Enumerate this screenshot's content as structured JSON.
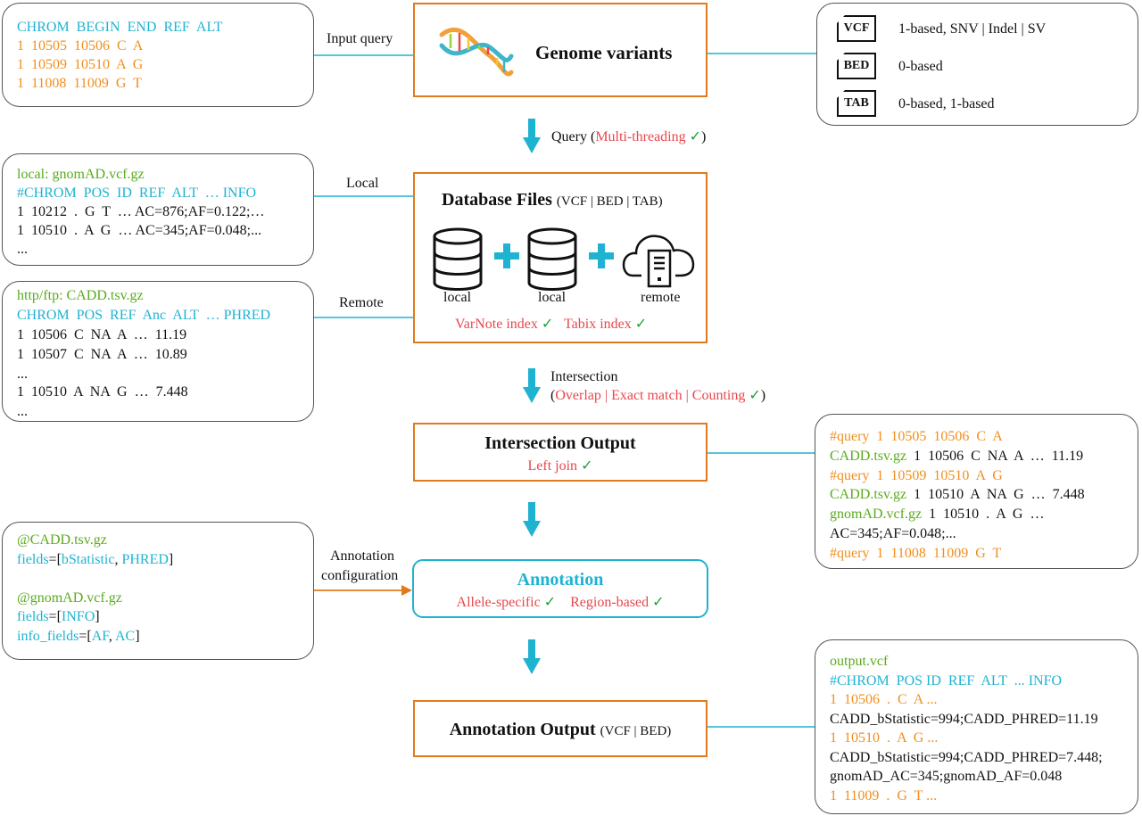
{
  "input_query": {
    "header": "CHROM  BEGIN  END  REF  ALT",
    "rows": [
      "1  10505  10506  C  A",
      "1  10509  10510  A  G",
      "1  11008  11009  G  T"
    ],
    "connector_label": "Input query"
  },
  "genome_variants": {
    "title": "Genome variants"
  },
  "formats": [
    {
      "tag": "VCF",
      "desc": "1-based, SNV | Indel | SV"
    },
    {
      "tag": "BED",
      "desc": "0-based"
    },
    {
      "tag": "TAB",
      "desc": "0-based, 1-based"
    }
  ],
  "query_arrow": {
    "label": "Query (",
    "highlight": "Multi-threading",
    "check": "✓",
    "close": ")"
  },
  "local_db": {
    "file": "local: gnomAD.vcf.gz",
    "header": "#CHROM  POS  ID  REF  ALT  … INFO",
    "rows": [
      "1  10212  .  G  T  … AC=876;AF=0.122;…",
      "1  10510  .  A  G  … AC=345;AF=0.048;...",
      "..."
    ],
    "connector_label": "Local"
  },
  "remote_db": {
    "file": "http/ftp: CADD.tsv.gz",
    "header": "CHROM  POS  REF  Anc  ALT  … PHRED",
    "rows": [
      "1  10506  C  NA  A  …  11.19",
      "1  10507  C  NA  A  …  10.89",
      "...",
      "1  10510  A  NA  G  …  7.448",
      "..."
    ],
    "connector_label": "Remote"
  },
  "database_files": {
    "title": "Database Files",
    "subtitle": "(VCF |  BED |  TAB)",
    "icons": [
      "local",
      "local",
      "remote"
    ],
    "index1": "VarNote index",
    "index2": "Tabix index",
    "check": "✓"
  },
  "intersection_arrow": {
    "label": "Intersection",
    "open": "(",
    "modes": "Overlap | Exact match | Counting",
    "check": "✓",
    "close": ")"
  },
  "intersection_output": {
    "title": "Intersection Output",
    "sub": "Left join",
    "check": "✓"
  },
  "intersection_example": {
    "lines": [
      {
        "parts": [
          {
            "t": "#query  1  10505  10506  C  A",
            "c": "orange"
          }
        ]
      },
      {
        "parts": [
          {
            "t": "CADD.tsv.gz",
            "c": "green"
          },
          {
            "t": "  1  10506  C  NA  A  …  11.19",
            "c": "dark"
          }
        ]
      },
      {
        "parts": [
          {
            "t": "#query  1  10509  10510  A  G",
            "c": "orange"
          }
        ]
      },
      {
        "parts": [
          {
            "t": "CADD.tsv.gz",
            "c": "green"
          },
          {
            "t": "  1  10510  A  NA  G  …  7.448",
            "c": "dark"
          }
        ]
      },
      {
        "parts": [
          {
            "t": "gnomAD.vcf.gz",
            "c": "green"
          },
          {
            "t": "  1  10510  .  A  G  …",
            "c": "dark"
          }
        ]
      },
      {
        "parts": [
          {
            "t": "AC=345;AF=0.048;...",
            "c": "dark"
          }
        ]
      },
      {
        "parts": [
          {
            "t": "#query  1  11008  11009  G  T",
            "c": "orange"
          }
        ]
      }
    ]
  },
  "annotation_config": {
    "lines": [
      {
        "parts": [
          {
            "t": "@CADD.tsv.gz",
            "c": "green"
          }
        ]
      },
      {
        "parts": [
          {
            "t": "fields",
            "c": "cyan"
          },
          {
            "t": "=[",
            "c": "dark"
          },
          {
            "t": "bStatistic",
            "c": "cyan"
          },
          {
            "t": ", ",
            "c": "dark"
          },
          {
            "t": "PHRED",
            "c": "cyan"
          },
          {
            "t": "]",
            "c": "dark"
          }
        ]
      },
      {
        "parts": [
          {
            "t": " ",
            "c": "dark"
          }
        ]
      },
      {
        "parts": [
          {
            "t": "@gnomAD.vcf.gz",
            "c": "green"
          }
        ]
      },
      {
        "parts": [
          {
            "t": "fields",
            "c": "cyan"
          },
          {
            "t": "=[",
            "c": "dark"
          },
          {
            "t": "INFO",
            "c": "cyan"
          },
          {
            "t": "]",
            "c": "dark"
          }
        ]
      },
      {
        "parts": [
          {
            "t": "info_fields",
            "c": "cyan"
          },
          {
            "t": "=[",
            "c": "dark"
          },
          {
            "t": "AF",
            "c": "cyan"
          },
          {
            "t": ", ",
            "c": "dark"
          },
          {
            "t": "AC",
            "c": "cyan"
          },
          {
            "t": "]",
            "c": "dark"
          }
        ]
      }
    ],
    "connector_label_1": "Annotation",
    "connector_label_2": "configuration"
  },
  "annotation": {
    "title": "Annotation",
    "mode1": "Allele-specific",
    "mode2": "Region-based",
    "check": "✓"
  },
  "annotation_output": {
    "title": "Annotation Output",
    "subtitle": "(VCF | BED)"
  },
  "output_example": {
    "lines": [
      {
        "parts": [
          {
            "t": "output.vcf",
            "c": "green"
          }
        ]
      },
      {
        "parts": [
          {
            "t": "#CHROM  POS ID  REF  ALT  ... INFO",
            "c": "cyan"
          }
        ]
      },
      {
        "parts": [
          {
            "t": "1  10506  .  C  A ...",
            "c": "orange"
          }
        ]
      },
      {
        "parts": [
          {
            "t": "CADD_bStatistic=994;CADD_PHRED=11.19",
            "c": "dark"
          }
        ]
      },
      {
        "parts": [
          {
            "t": "1  10510  .  A  G ...",
            "c": "orange"
          }
        ]
      },
      {
        "parts": [
          {
            "t": "CADD_bStatistic=994;CADD_PHRED=7.448;",
            "c": "dark"
          }
        ]
      },
      {
        "parts": [
          {
            "t": "gnomAD_AC=345;gnomAD_AF=0.048",
            "c": "dark"
          }
        ]
      },
      {
        "parts": [
          {
            "t": "1  11009  .  G  T ...",
            "c": "orange"
          }
        ]
      }
    ]
  },
  "colors": {
    "orange_border": "#e07b1d",
    "cyan": "#1fb3d2",
    "orange_text": "#f28e1c",
    "green": "#5bab1e",
    "red": "#e8474d",
    "check": "#1aa33a"
  }
}
